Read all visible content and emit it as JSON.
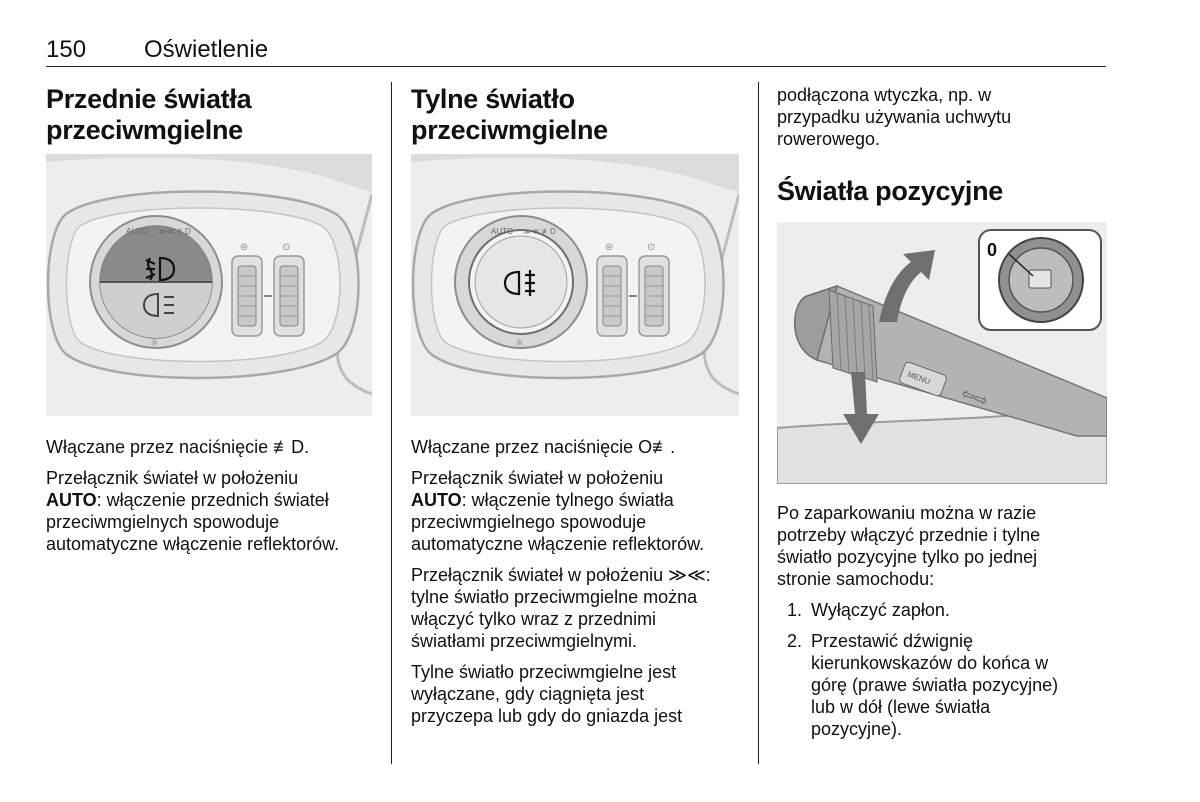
{
  "header": {
    "page_number": "150",
    "chapter": "Oświetlenie"
  },
  "col1": {
    "title_line1": "Przednie światła",
    "title_line2": "przeciwmgielne",
    "p1": "Włączane przez naciśnięcie ≢D.",
    "p2_pre": "Przełącznik świateł w położeniu",
    "p2_bold": "AUTO",
    "p2_post": ": włączenie przednich świateł",
    "p2_l3": "przeciwmgielnych spowoduje",
    "p2_l4": "automatyczne włączenie reflektorów."
  },
  "col2": {
    "title_line1": "Tylne światło",
    "title_line2": "przeciwmgielne",
    "p1": "Włączane przez naciśnięcie O≢.",
    "p2_pre": "Przełącznik świateł w położeniu",
    "p2_bold": "AUTO",
    "p2_post": ": włączenie tylnego światła",
    "p2_l3": "przeciwmgielnego spowoduje",
    "p2_l4": "automatyczne włączenie reflektorów.",
    "p3_l1": "Przełącznik świateł w położeniu ≫≪:",
    "p3_l2": "tylne światło przeciwmgielne można",
    "p3_l3": "włączyć tylko wraz z przednimi",
    "p3_l4": "światłami przeciwmgielnymi.",
    "p4_l1": "Tylne światło przeciwmgielne jest",
    "p4_l2": "wyłączane, gdy ciągnięta jest",
    "p4_l3": "przyczepa lub gdy do gniazda jest"
  },
  "col3": {
    "cont_l1": "podłączona wtyczka, np. w",
    "cont_l2": "przypadku używania uchwytu",
    "cont_l3": "rowerowego.",
    "title": "Światła pozycyjne",
    "p1_l1": "Po zaparkowaniu można w razie",
    "p1_l2": "potrzeby włączyć przednie i tylne",
    "p1_l3": "światło pozycyjne tylko po jednej",
    "p1_l4": "stronie samochodu:",
    "steps": [
      {
        "num": "1.",
        "l1": "Wyłączyć zapłon."
      },
      {
        "num": "2.",
        "l1": "Przestawić dźwignię",
        "l2": "kierunkowskazów do końca w",
        "l3": "górę (prawe światła pozycyjne)",
        "l4": "lub w dół (lewe światła",
        "l5": "pozycyjne)."
      }
    ]
  },
  "figures": {
    "switch_auto": "AUTO",
    "stalk_zero": "0",
    "stalk_label": "MENU"
  },
  "colors": {
    "figure_bg": "#ededed",
    "text": "#111111",
    "rule": "#222222"
  }
}
